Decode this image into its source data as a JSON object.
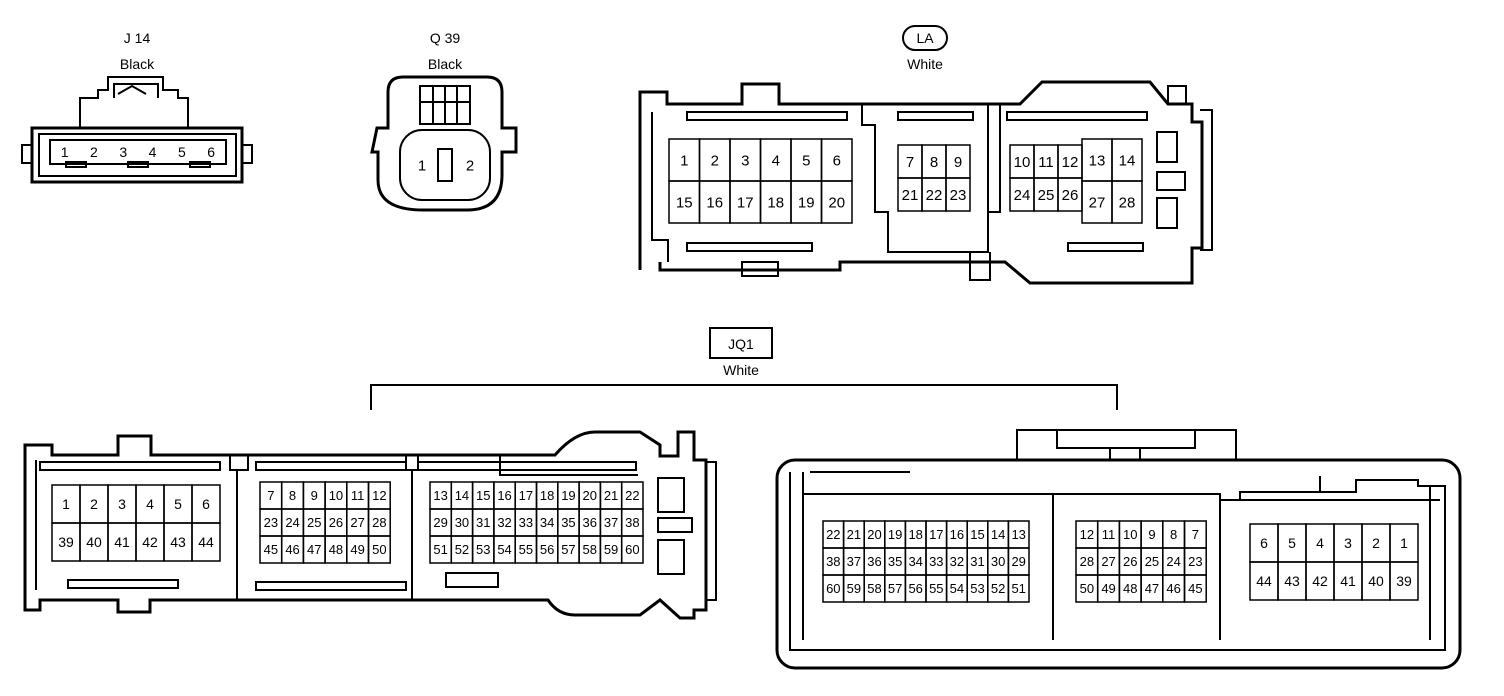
{
  "connectors": {
    "j14": {
      "name": "J 14",
      "color": "Black",
      "pins": [
        "1",
        "2",
        "3",
        "4",
        "5",
        "6"
      ]
    },
    "q39": {
      "name": "Q 39",
      "color": "Black",
      "pins": [
        "1",
        "2"
      ]
    },
    "la": {
      "name": "LA",
      "color": "White",
      "block1_rows": [
        [
          "1",
          "2",
          "3",
          "4",
          "5",
          "6"
        ],
        [
          "15",
          "16",
          "17",
          "18",
          "19",
          "20"
        ]
      ],
      "block2_rows": [
        [
          "7",
          "8",
          "9"
        ],
        [
          "21",
          "22",
          "23"
        ]
      ],
      "block3_rows": [
        [
          "10",
          "11",
          "12"
        ],
        [
          "24",
          "25",
          "26"
        ]
      ],
      "block4_rows": [
        [
          "13",
          "14"
        ],
        [
          "27",
          "28"
        ]
      ]
    },
    "jq1": {
      "name": "JQ1",
      "color": "White",
      "female": {
        "block1_rows": [
          [
            "1",
            "2",
            "3",
            "4",
            "5",
            "6"
          ],
          [
            "39",
            "40",
            "41",
            "42",
            "43",
            "44"
          ]
        ],
        "block2_rows": [
          [
            "7",
            "8",
            "9",
            "10",
            "11",
            "12"
          ],
          [
            "23",
            "24",
            "25",
            "26",
            "27",
            "28"
          ],
          [
            "45",
            "46",
            "47",
            "48",
            "49",
            "50"
          ]
        ],
        "block3_rows": [
          [
            "13",
            "14",
            "15",
            "16",
            "17",
            "18",
            "19",
            "20",
            "21",
            "22"
          ],
          [
            "29",
            "30",
            "31",
            "32",
            "33",
            "34",
            "35",
            "36",
            "37",
            "38"
          ],
          [
            "51",
            "52",
            "53",
            "54",
            "55",
            "56",
            "57",
            "58",
            "59",
            "60"
          ]
        ]
      },
      "male": {
        "block1_rows": [
          [
            "22",
            "21",
            "20",
            "19",
            "18",
            "17",
            "16",
            "15",
            "14",
            "13"
          ],
          [
            "38",
            "37",
            "36",
            "35",
            "34",
            "33",
            "32",
            "31",
            "30",
            "29"
          ],
          [
            "60",
            "59",
            "58",
            "57",
            "56",
            "55",
            "54",
            "53",
            "52",
            "51"
          ]
        ],
        "block2_rows": [
          [
            "12",
            "11",
            "10",
            "9",
            "8",
            "7"
          ],
          [
            "28",
            "27",
            "26",
            "25",
            "24",
            "23"
          ],
          [
            "50",
            "49",
            "48",
            "47",
            "46",
            "45"
          ]
        ],
        "block3_rows": [
          [
            "6",
            "5",
            "4",
            "3",
            "2",
            "1"
          ],
          [
            "44",
            "43",
            "42",
            "41",
            "40",
            "39"
          ]
        ]
      }
    }
  }
}
